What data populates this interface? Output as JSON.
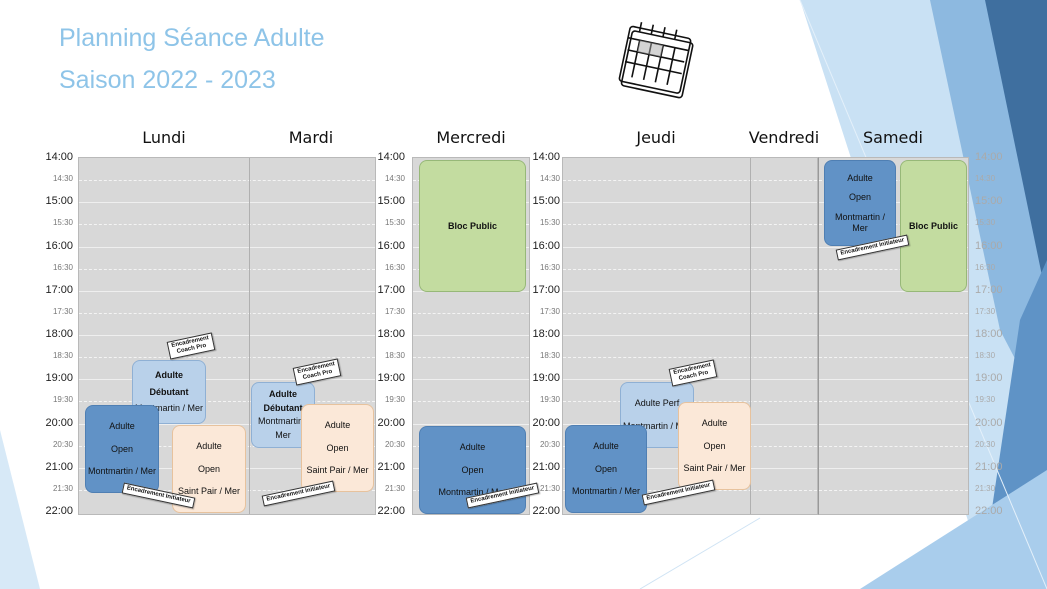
{
  "header": {
    "title_line1": "Planning Séance Adulte",
    "title_line2": "Saison 2022 - 2023"
  },
  "days": [
    "Lundi",
    "Mardi",
    "Mercredi",
    "Jeudi",
    "Vendredi",
    "Samedi"
  ],
  "time_labels": [
    "14:00",
    "14:30",
    "15:00",
    "15:30",
    "16:00",
    "16:30",
    "17:00",
    "17:30",
    "18:00",
    "18:30",
    "19:00",
    "19:30",
    "20:00",
    "20:30",
    "21:00",
    "21:30",
    "22:00"
  ],
  "labels": {
    "adulte": "Adulte",
    "debutant": "Débutant",
    "open": "Open",
    "perf": "Adulte Perf",
    "montmartin": "Montmartin / Mer",
    "montmartin_a": "Montmartin /",
    "montmartin_b": "Mer",
    "saint_pair": "Saint Pair / Mer",
    "bloc_public": "Bloc Public",
    "encadrement": "Encadrement",
    "coach_pro": "Coach Pro",
    "encadrement_initiateur": "Encadrement Initiateur"
  },
  "colors": {
    "title": "#8ec4e8",
    "adult_open": "#6192c6",
    "debutant_perf": "#b9d1ea",
    "saint_pair": "#fbe8d8",
    "bloc_public": "#c3dca0"
  }
}
